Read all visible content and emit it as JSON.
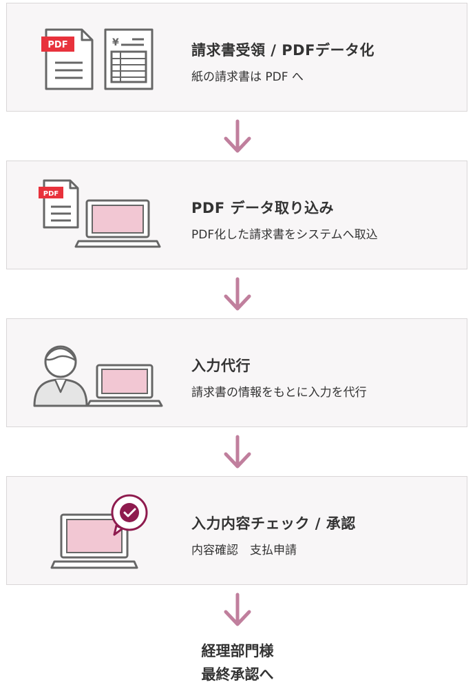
{
  "steps": [
    {
      "title": "請求書受領 /  PDFデータ化",
      "desc": "紙の請求書は PDF へ"
    },
    {
      "title": "PDF データ取り込み",
      "desc": "PDF化した請求書をシステムへ取込"
    },
    {
      "title": "入力代行",
      "desc": "請求書の情報をもとに入力を代行"
    },
    {
      "title": "入力内容チェック / 承認",
      "desc": "内容確認　支払申請"
    }
  ],
  "final": {
    "line1": "経理部門様",
    "line2": "最終承認へ"
  },
  "icons": {
    "pdf_badge": "PDF",
    "yen": "¥"
  },
  "colors": {
    "arrow": "#c07f9d",
    "accent_red": "#e8323c",
    "screen_pink": "#f2c7d3",
    "check_purple": "#8e1b4e",
    "icon_gray": "#666666"
  }
}
